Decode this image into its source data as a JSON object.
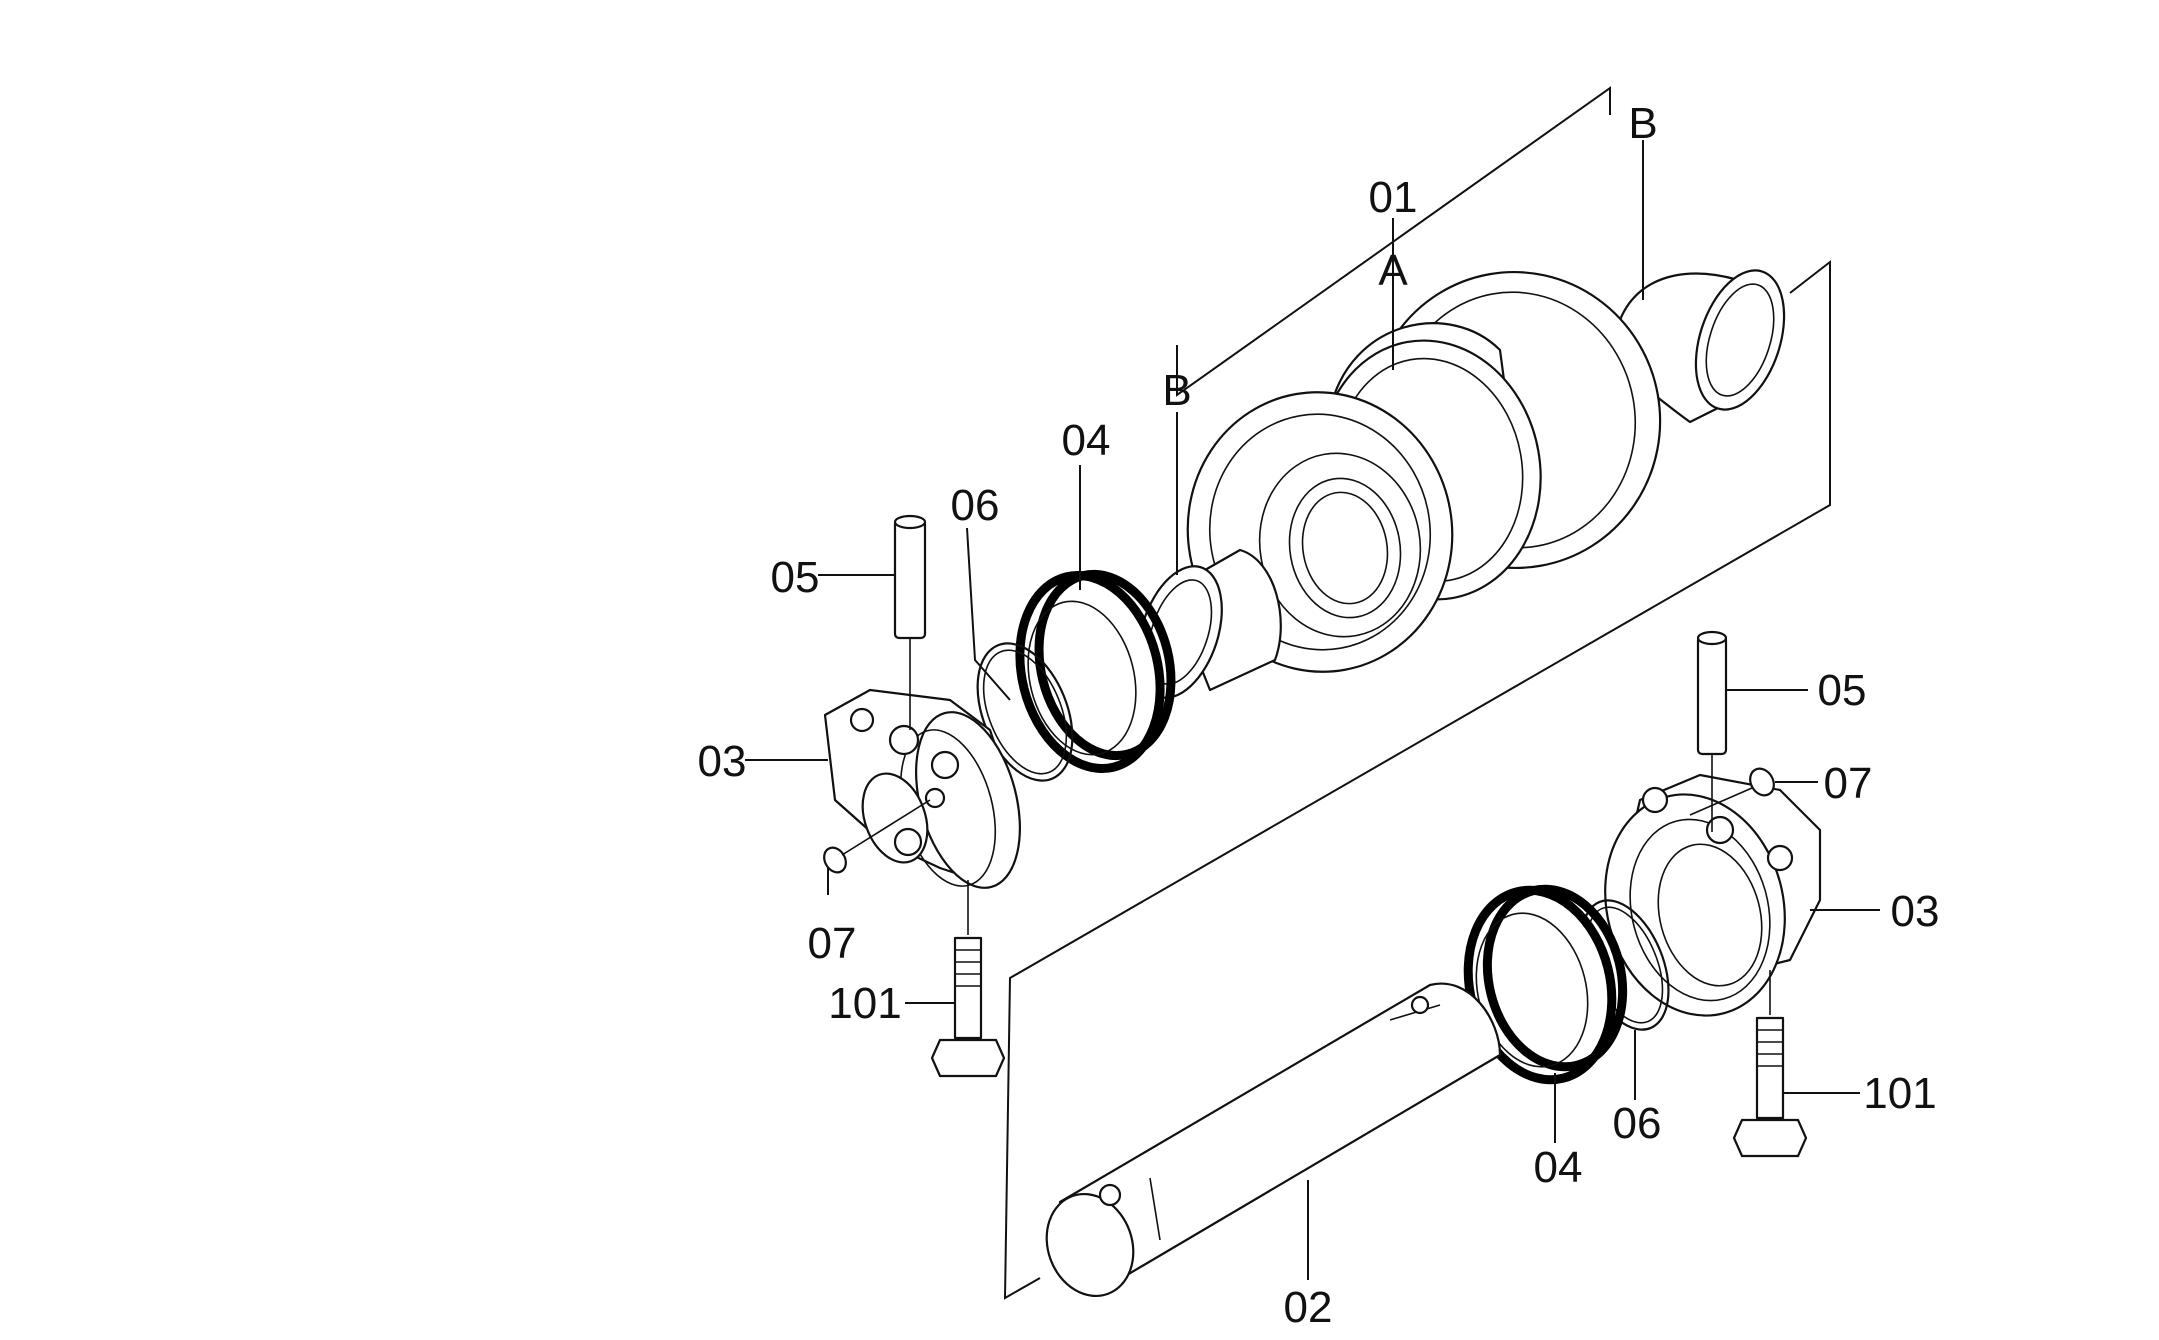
{
  "diagram": {
    "callouts": {
      "c01": "01",
      "cA": "A",
      "cB1": "B",
      "cB2": "B",
      "c04a": "04",
      "c06a": "06",
      "c05a": "05",
      "c03a": "03",
      "c07a": "07",
      "c101a": "101",
      "c05b": "05",
      "c07b": "07",
      "c03b": "03",
      "c101b": "101",
      "c04b": "04",
      "c06b": "06",
      "c02": "02"
    }
  }
}
